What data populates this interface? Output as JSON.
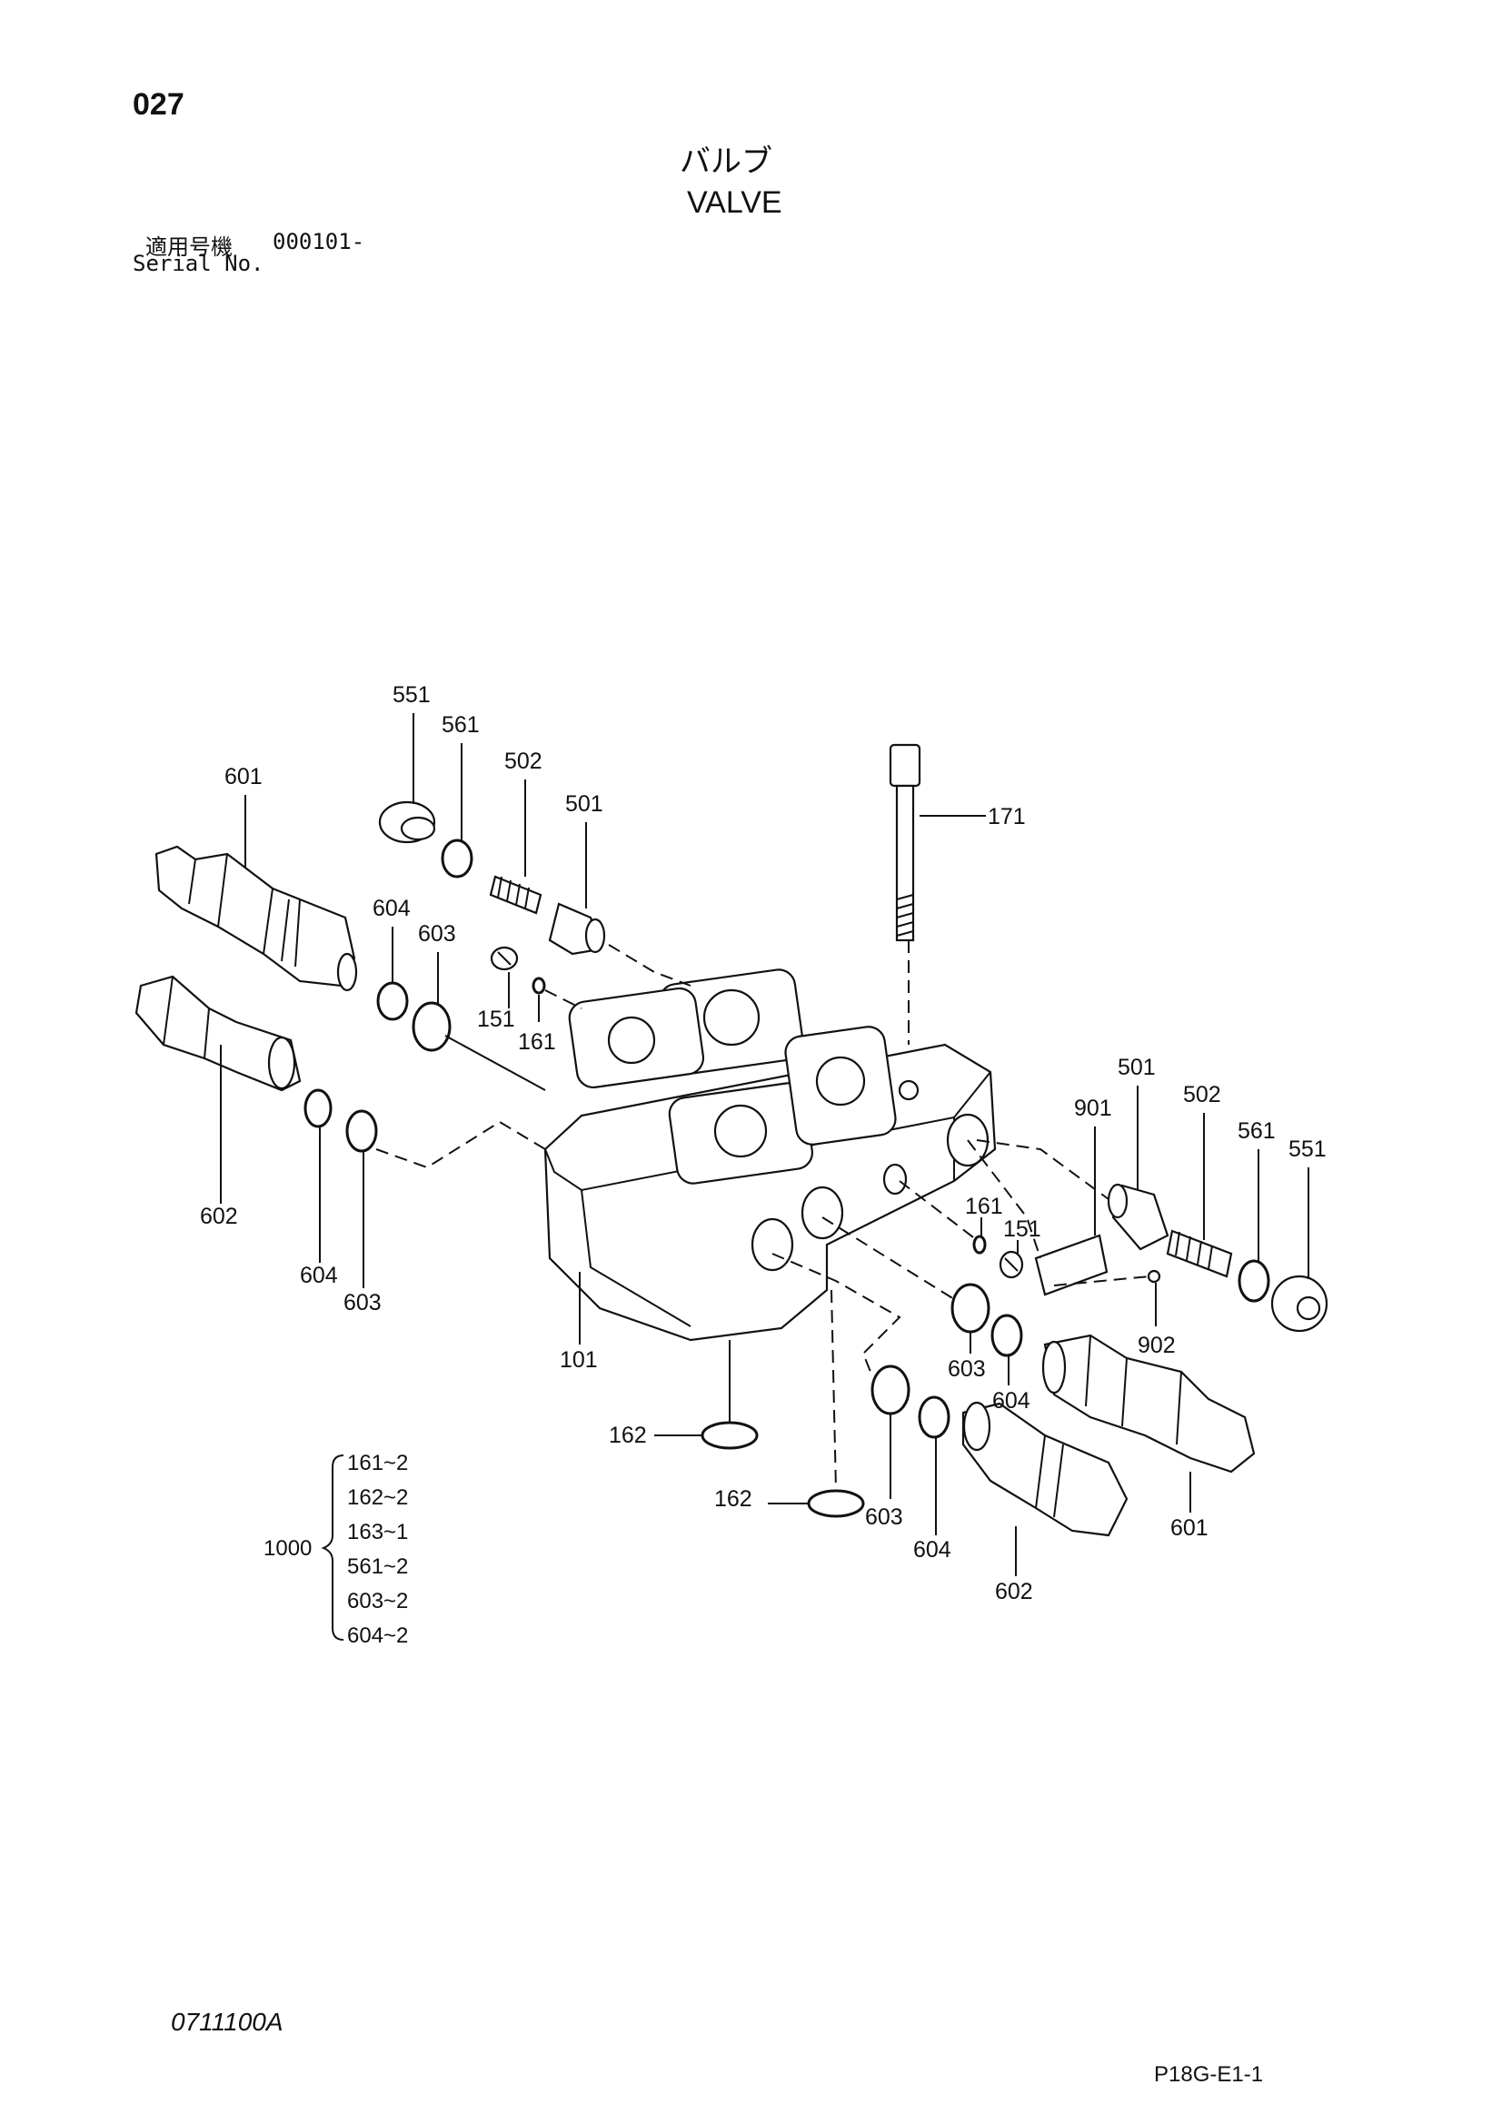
{
  "page_number": "027",
  "title_jp": "バルブ",
  "title_en": "VALVE",
  "serial": {
    "label_jp": "適用号機",
    "value": "000101-",
    "label_en": "Serial No."
  },
  "callouts": {
    "p551a": "551",
    "p561a": "561",
    "p502a": "502",
    "p501a": "501",
    "p601a": "601",
    "p604a": "604",
    "p603a": "603",
    "p151a": "151",
    "p161a": "161",
    "p171": "171",
    "p602a": "602",
    "p604b": "604",
    "p603b": "603",
    "p101": "101",
    "p501b": "501",
    "p901": "901",
    "p502b": "502",
    "p561b": "561",
    "p551b": "551",
    "p161b": "161",
    "p151b": "151",
    "p902": "902",
    "p603c": "603",
    "p604c": "604",
    "p162a": "162",
    "p162b": "162",
    "p603d": "603",
    "p604d": "604",
    "p602b": "602",
    "p601b": "601"
  },
  "kit": {
    "number": "1000",
    "items": [
      "161~2",
      "162~2",
      "163~1",
      "561~2",
      "603~2",
      "604~2"
    ]
  },
  "drawing_code": "0711100A",
  "sheet_code": "P18G-E1-1"
}
